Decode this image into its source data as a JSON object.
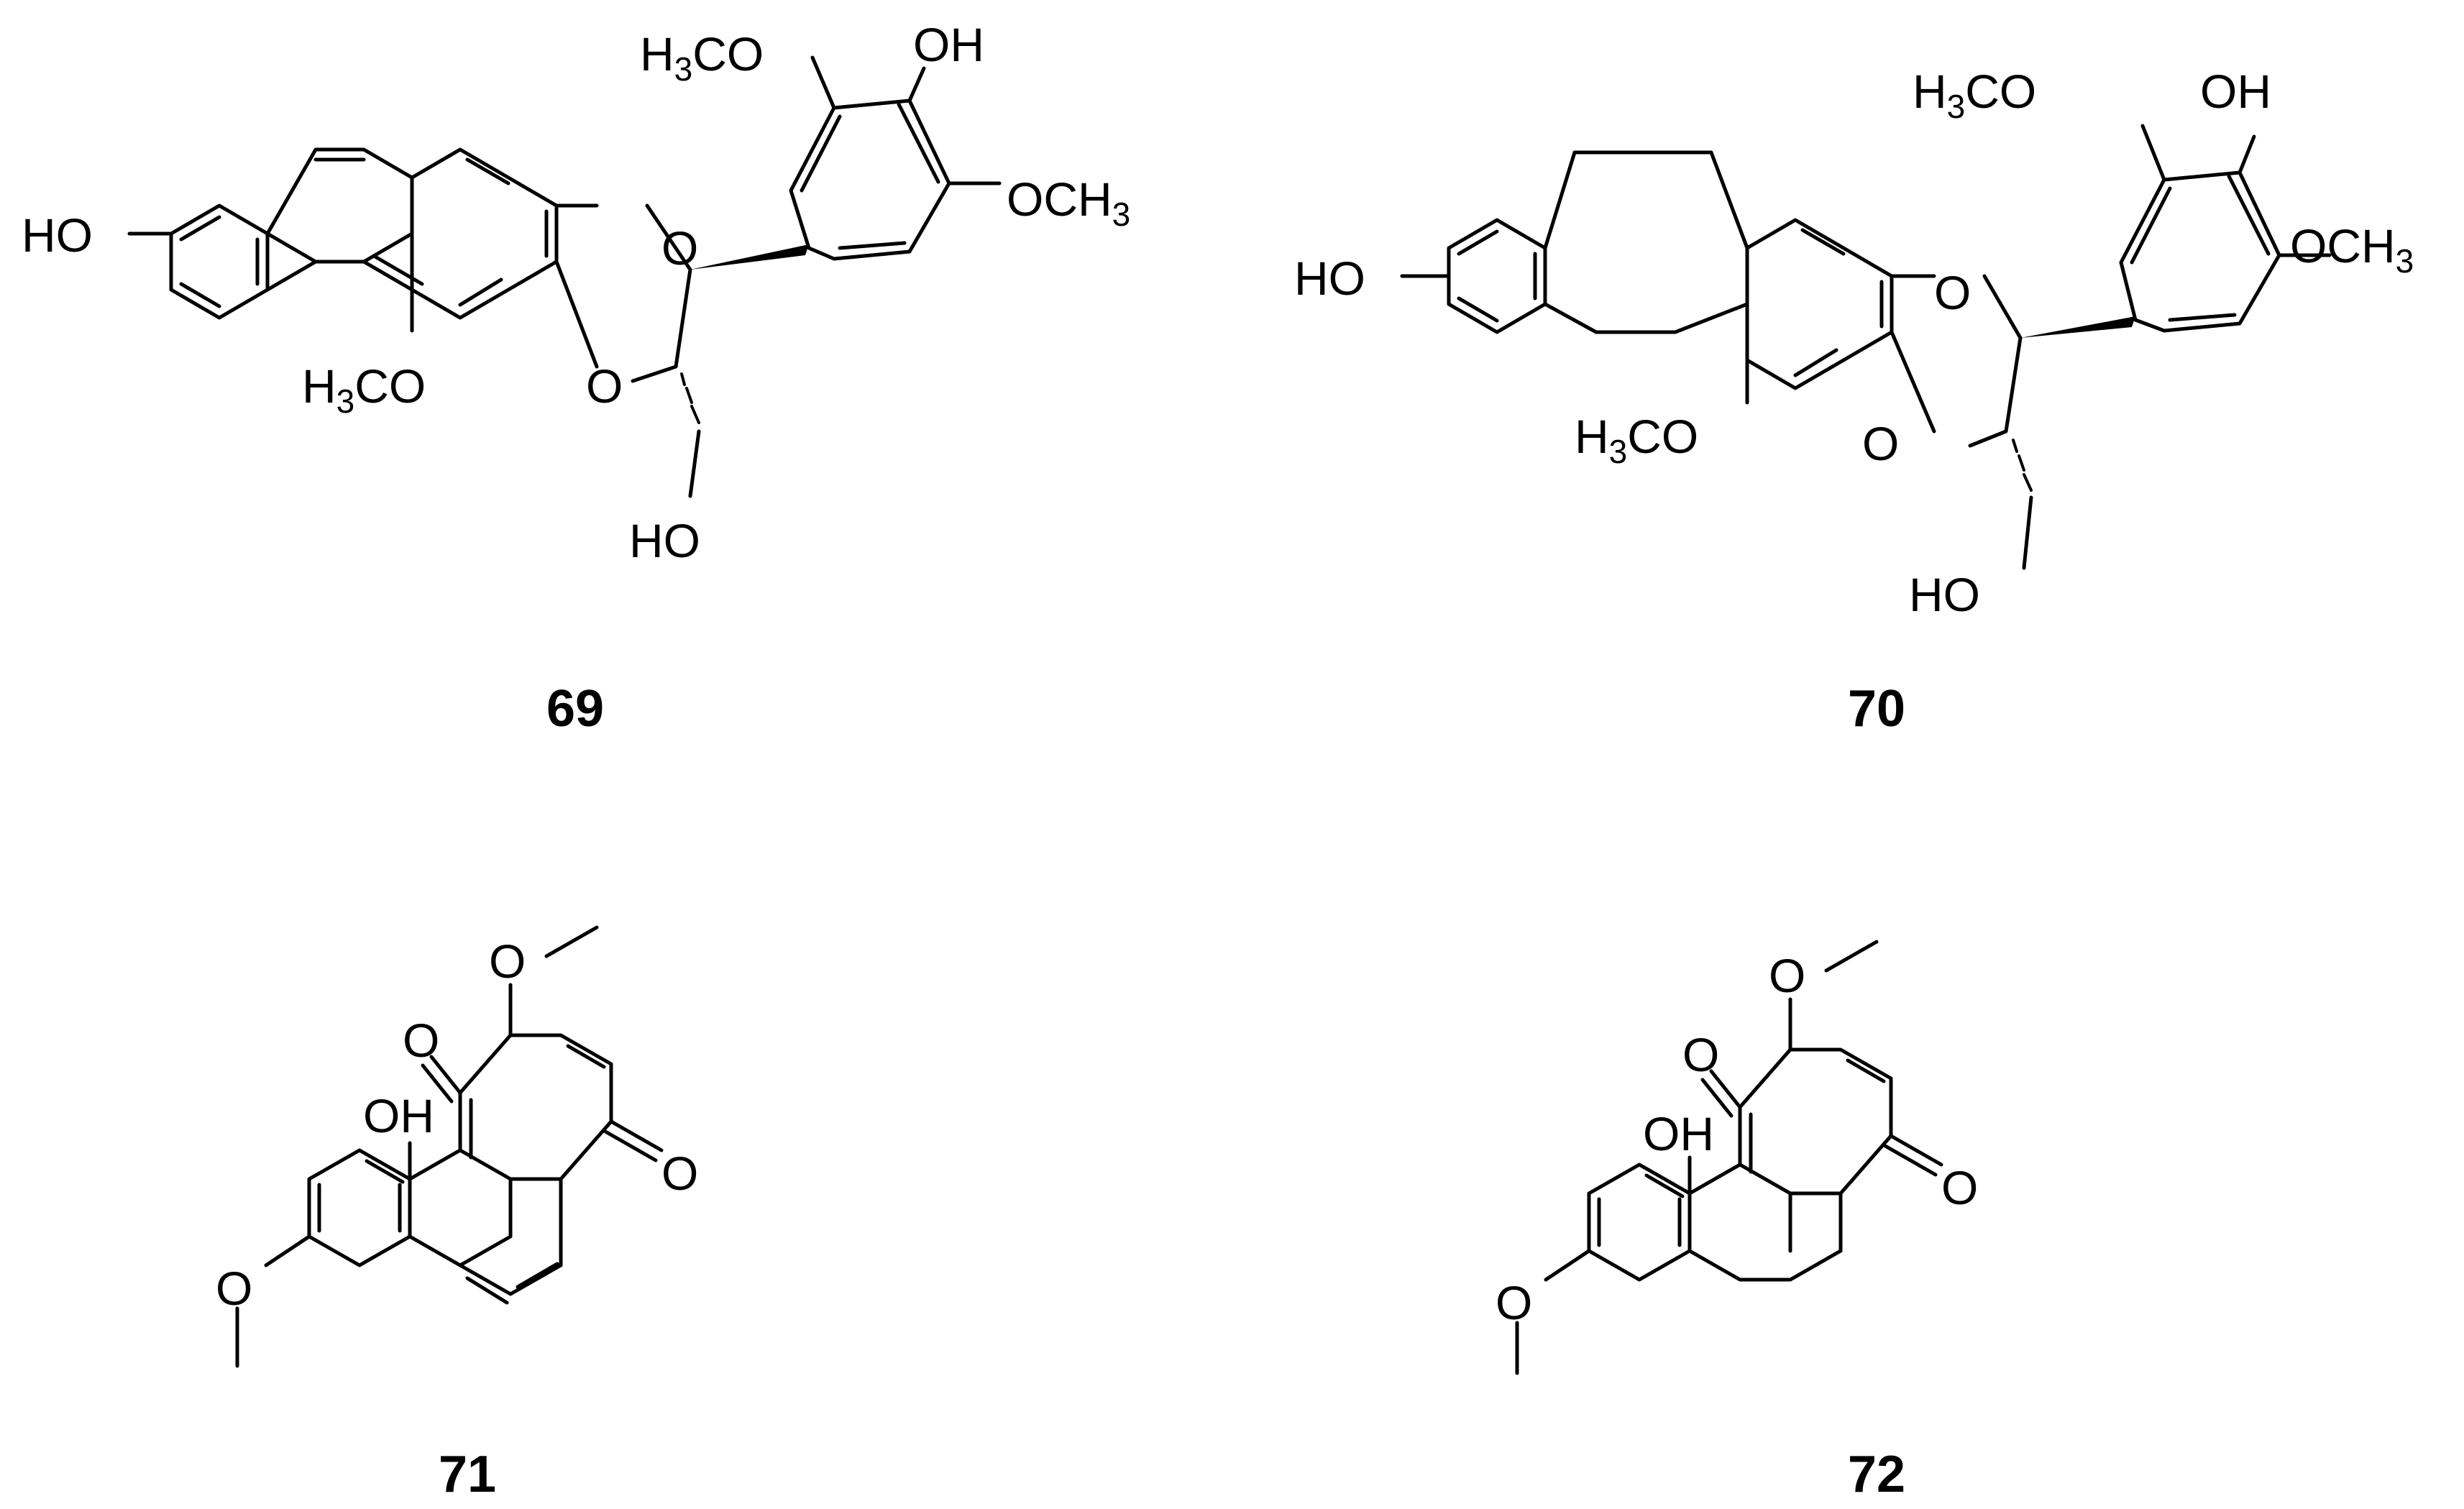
{
  "compounds": [
    {
      "id": "69",
      "substituents": {
        "ome_top": {
          "prefix": "H",
          "sub": "3",
          "suffix": "CO"
        },
        "oh_top": "OH",
        "ome_right": "OCH3",
        "ho_left": "HO",
        "ome_bottom": {
          "prefix": "H",
          "sub": "3",
          "suffix": "CO"
        },
        "ring_o_upper": "O",
        "ring_o_lower": "O",
        "ho_ch2": "HO"
      }
    },
    {
      "id": "70",
      "substituents": {
        "ome_top": {
          "prefix": "H",
          "sub": "3",
          "suffix": "CO"
        },
        "oh_top": "OH",
        "ome_right": "OCH3",
        "ho_left": "HO",
        "ome_bottom": {
          "prefix": "H",
          "sub": "3",
          "suffix": "CO"
        },
        "ring_o_upper": "O",
        "ring_o_lower": "O",
        "ho_ch2": "HO"
      }
    },
    {
      "id": "71",
      "substituents": {
        "o_methoxy_top": "O",
        "o_carbonyl_upper": "O",
        "oh": "OH",
        "o_carbonyl_right": "O",
        "o_methoxy_bottom": "O"
      }
    },
    {
      "id": "72",
      "substituents": {
        "o_methoxy_top": "O",
        "o_carbonyl_upper": "O",
        "oh": "OH",
        "o_carbonyl_right": "O",
        "o_methoxy_bottom": "O"
      }
    }
  ]
}
